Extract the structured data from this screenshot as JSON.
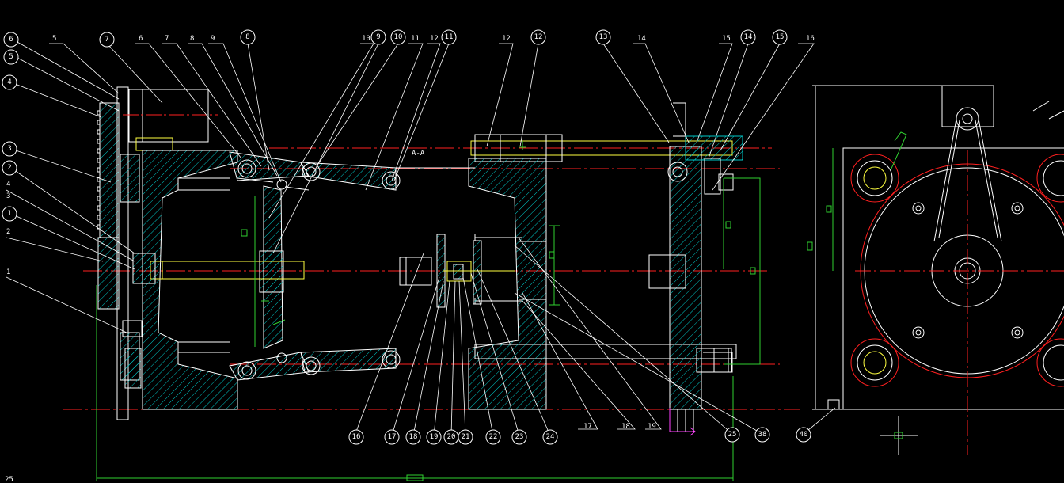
{
  "section_label": "A-A",
  "corner_label": "25",
  "balloons": [
    {
      "id": "b-6a",
      "text": "6"
    },
    {
      "id": "b-5a",
      "text": "5"
    },
    {
      "id": "b-4a",
      "text": "4"
    },
    {
      "id": "b-3a",
      "text": "3"
    },
    {
      "id": "b-2a",
      "text": "2"
    },
    {
      "id": "b-1a",
      "text": "1"
    },
    {
      "id": "b-7a",
      "text": "7"
    },
    {
      "id": "b-8a",
      "text": "8"
    },
    {
      "id": "b-9a",
      "text": "9"
    },
    {
      "id": "b-10a",
      "text": "10"
    },
    {
      "id": "b-11a",
      "text": "11"
    },
    {
      "id": "b-12a",
      "text": "12"
    },
    {
      "id": "b-13a",
      "text": "13"
    },
    {
      "id": "b-14a",
      "text": "14"
    },
    {
      "id": "b-15a",
      "text": "15"
    },
    {
      "id": "b-16",
      "text": "16"
    },
    {
      "id": "b-17",
      "text": "17"
    },
    {
      "id": "b-18",
      "text": "18"
    },
    {
      "id": "b-19",
      "text": "19"
    },
    {
      "id": "b-20",
      "text": "20"
    },
    {
      "id": "b-21",
      "text": "21"
    },
    {
      "id": "b-22",
      "text": "22"
    },
    {
      "id": "b-23",
      "text": "23"
    },
    {
      "id": "b-24",
      "text": "24"
    },
    {
      "id": "b-25",
      "text": "25"
    },
    {
      "id": "b-38",
      "text": "38"
    },
    {
      "id": "b-40",
      "text": "40"
    }
  ],
  "leader_labels": [
    {
      "id": "l-5",
      "text": "5"
    },
    {
      "id": "l-3",
      "text": "3"
    },
    {
      "id": "l-4",
      "text": "4"
    },
    {
      "id": "l-2",
      "text": "2"
    },
    {
      "id": "l-1",
      "text": "1"
    },
    {
      "id": "l-6",
      "text": "6"
    },
    {
      "id": "l-7",
      "text": "7"
    },
    {
      "id": "l-8",
      "text": "8"
    },
    {
      "id": "l-9",
      "text": "9"
    },
    {
      "id": "l-10",
      "text": "10"
    },
    {
      "id": "l-11",
      "text": "11"
    },
    {
      "id": "l-12",
      "text": "12"
    },
    {
      "id": "l-12b",
      "text": "12"
    },
    {
      "id": "l-14",
      "text": "14"
    },
    {
      "id": "l-15",
      "text": "15"
    },
    {
      "id": "l-16",
      "text": "16"
    },
    {
      "id": "l-17",
      "text": "17"
    },
    {
      "id": "l-18",
      "text": "18"
    },
    {
      "id": "l-19",
      "text": "19"
    }
  ],
  "colors": {
    "background": "#000000",
    "outline": "#ffffff",
    "centerline": "#ff2020",
    "hatch": "#00c8c8",
    "shaft": "#ffff40",
    "dimension": "#30d030",
    "marker": "#ff40ff"
  }
}
